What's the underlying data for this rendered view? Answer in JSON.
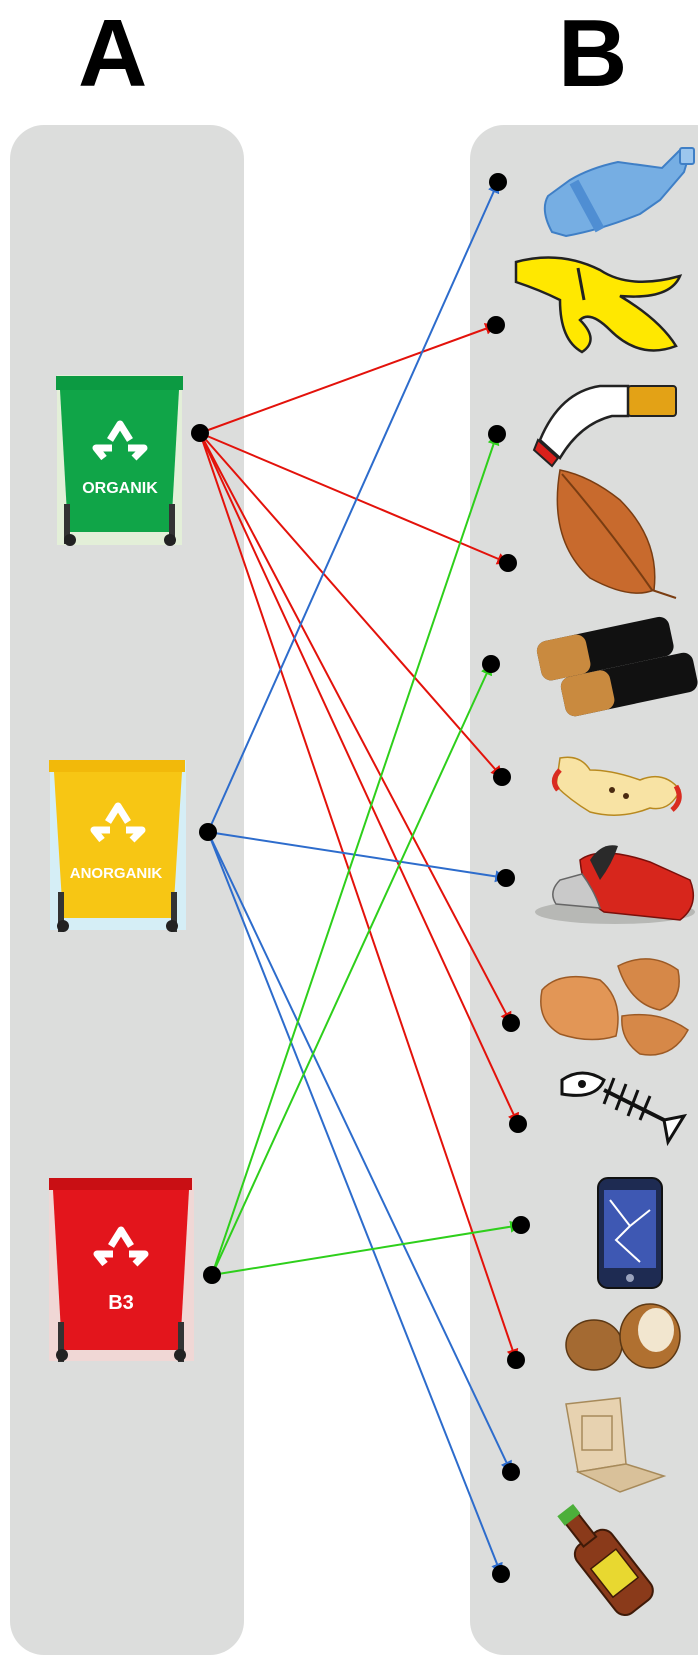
{
  "headers": {
    "left": "A",
    "right": "B"
  },
  "bins": [
    {
      "id": "organik",
      "label": "ORGANIK",
      "color": "#10a548",
      "line_color": "#e3120b",
      "icon": "recycle-icon"
    },
    {
      "id": "anorganik",
      "label": "ANORGANIK",
      "color": "#f7c614",
      "line_color": "#2d6ccc",
      "icon": "recycle-icon"
    },
    {
      "id": "b3",
      "label": "B3",
      "color": "#e3151c",
      "line_color": "#2ecf1b",
      "icon": "recycle-icon"
    }
  ],
  "items": [
    {
      "id": "plastic-bottle",
      "icon": "plastic-bottle-icon"
    },
    {
      "id": "banana-peel",
      "icon": "banana-peel-icon"
    },
    {
      "id": "cigarette-butt",
      "icon": "cigarette-butt-icon"
    },
    {
      "id": "dry-leaf",
      "icon": "dry-leaf-icon"
    },
    {
      "id": "batteries",
      "icon": "batteries-icon"
    },
    {
      "id": "apple-core",
      "icon": "apple-core-icon"
    },
    {
      "id": "crushed-can",
      "icon": "crushed-can-icon"
    },
    {
      "id": "eggshells",
      "icon": "eggshells-icon"
    },
    {
      "id": "fish-bone",
      "icon": "fish-bone-icon"
    },
    {
      "id": "broken-phone",
      "icon": "broken-phone-icon"
    },
    {
      "id": "coconut-shell",
      "icon": "coconut-shell-icon"
    },
    {
      "id": "food-container",
      "icon": "food-container-icon"
    },
    {
      "id": "glass-bottle",
      "icon": "glass-bottle-icon"
    }
  ],
  "connections": [
    {
      "from": "organik",
      "to": "banana-peel"
    },
    {
      "from": "organik",
      "to": "dry-leaf"
    },
    {
      "from": "organik",
      "to": "apple-core"
    },
    {
      "from": "organik",
      "to": "eggshells"
    },
    {
      "from": "organik",
      "to": "fish-bone"
    },
    {
      "from": "organik",
      "to": "coconut-shell"
    },
    {
      "from": "anorganik",
      "to": "plastic-bottle"
    },
    {
      "from": "anorganik",
      "to": "crushed-can"
    },
    {
      "from": "anorganik",
      "to": "food-container"
    },
    {
      "from": "anorganik",
      "to": "glass-bottle"
    },
    {
      "from": "b3",
      "to": "cigarette-butt"
    },
    {
      "from": "b3",
      "to": "batteries"
    },
    {
      "from": "b3",
      "to": "broken-phone"
    }
  ]
}
